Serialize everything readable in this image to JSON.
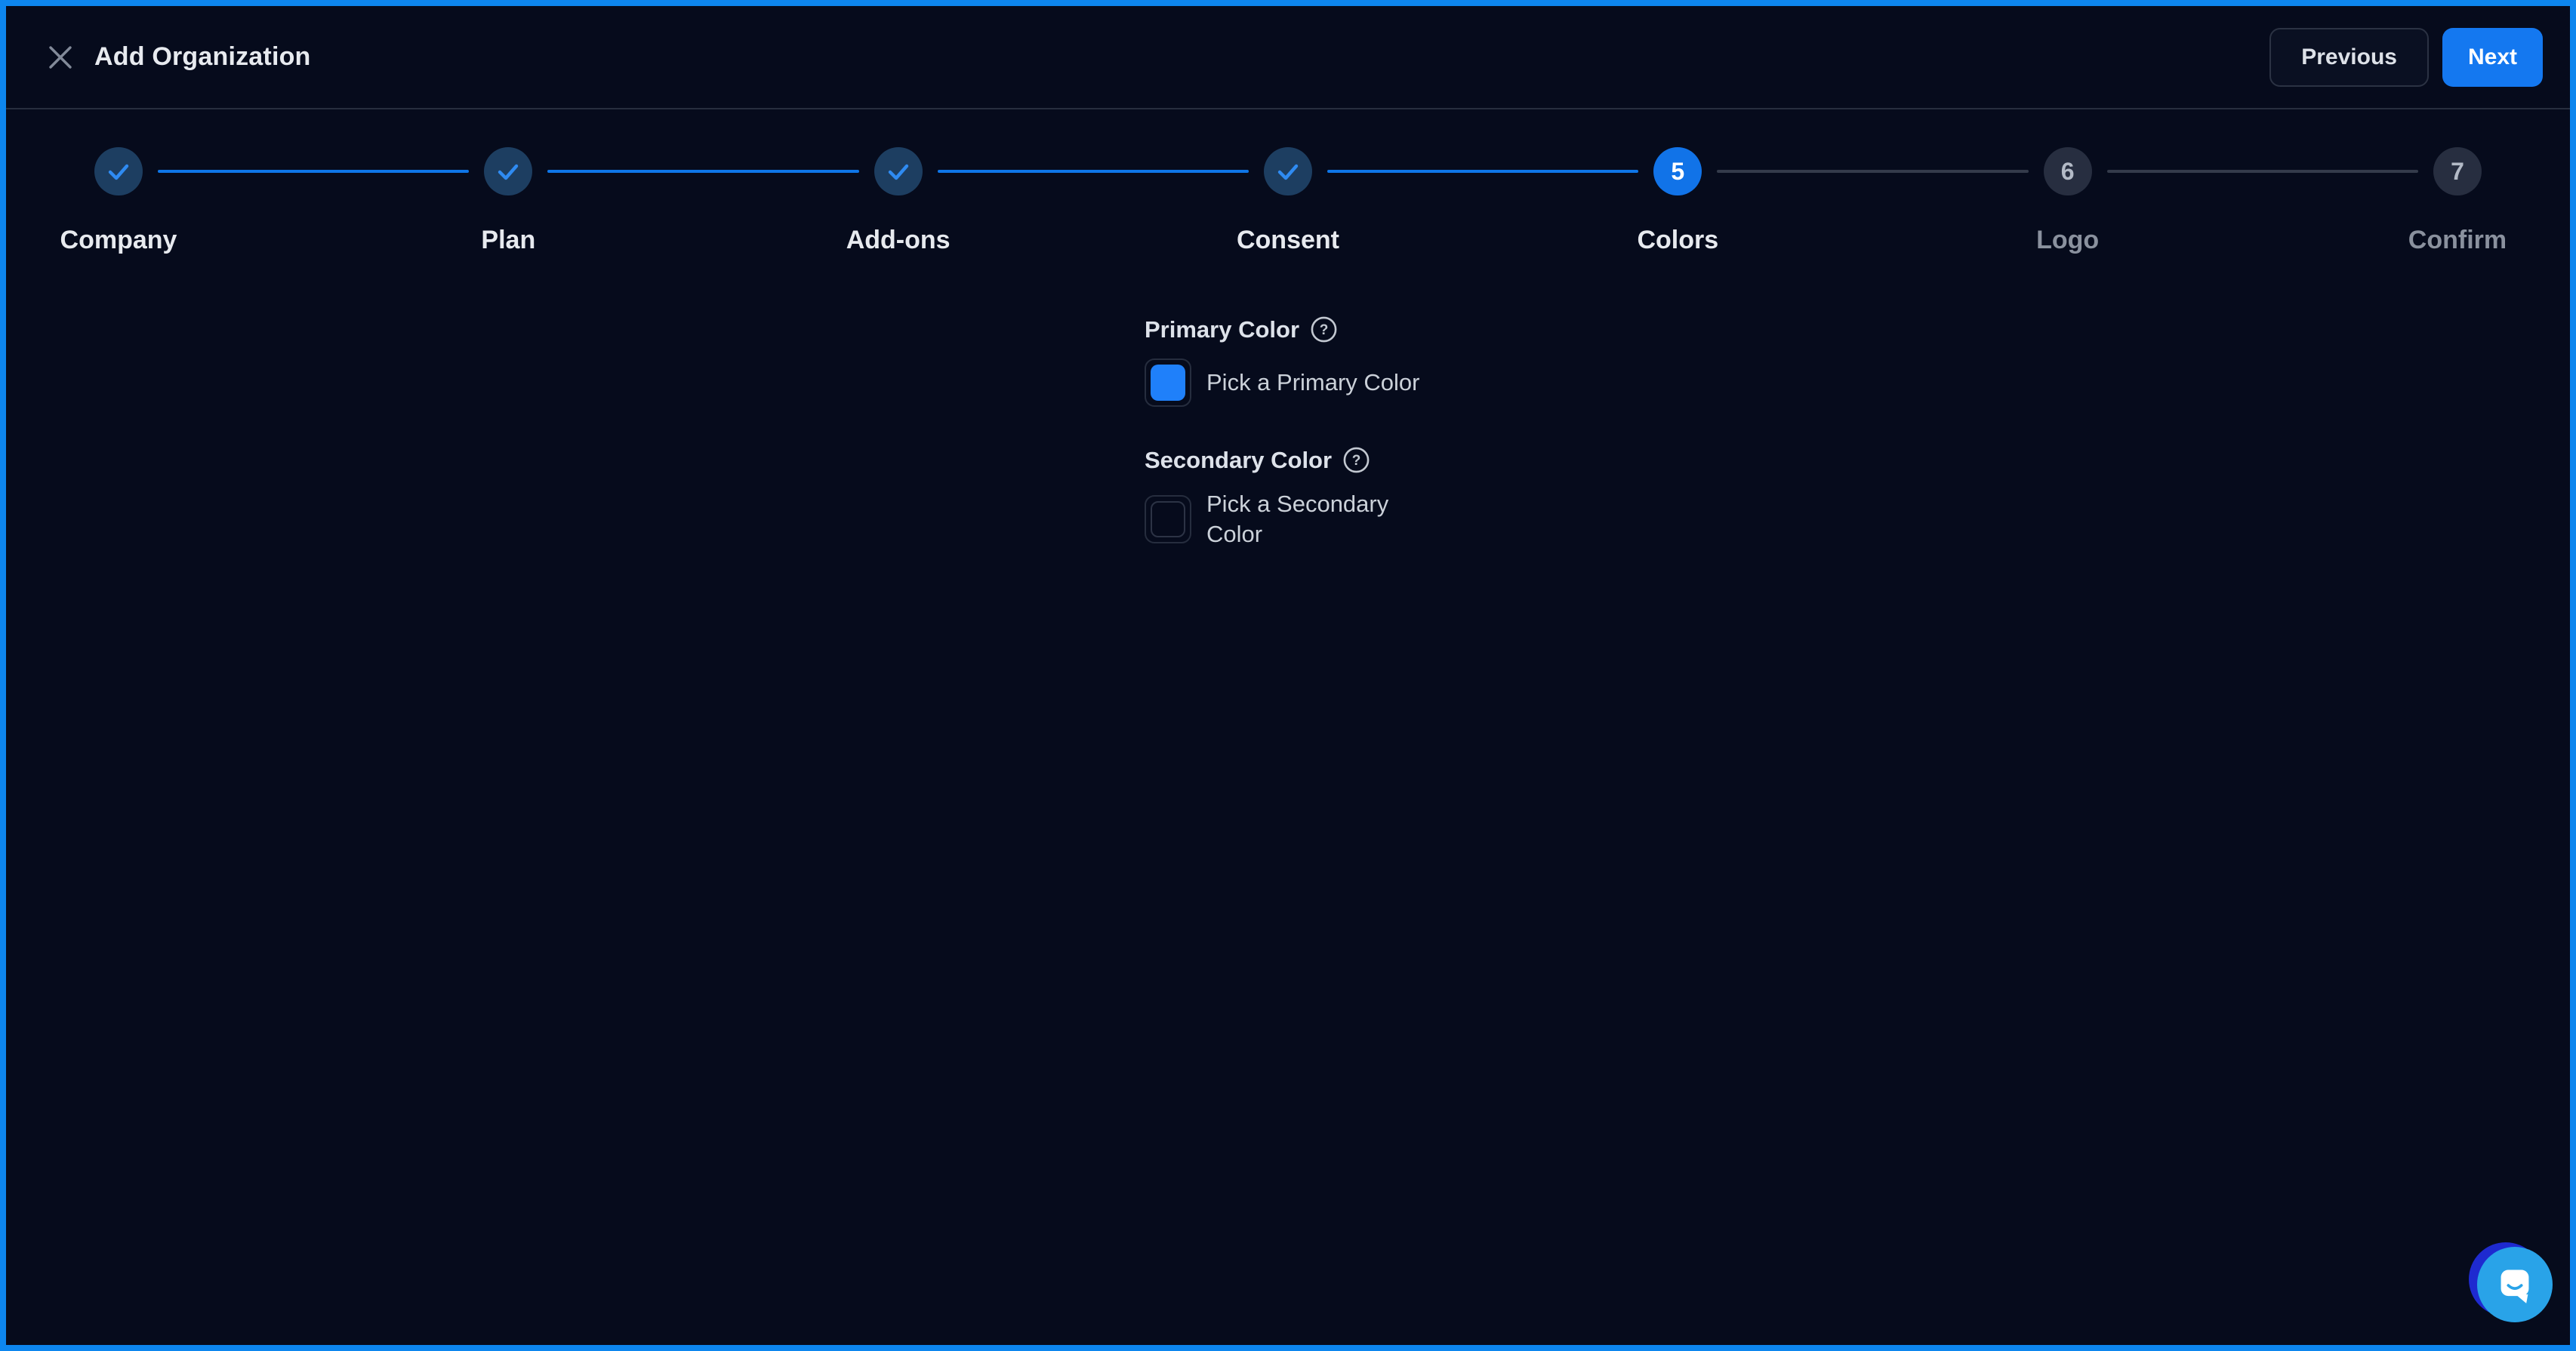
{
  "window": {
    "title": "Add Organization"
  },
  "toolbar": {
    "previous_label": "Previous",
    "next_label": "Next"
  },
  "stepper": {
    "steps": [
      {
        "label": "Company",
        "state": "completed"
      },
      {
        "label": "Plan",
        "state": "completed"
      },
      {
        "label": "Add-ons",
        "state": "completed"
      },
      {
        "label": "Consent",
        "state": "completed"
      },
      {
        "label": "Colors",
        "number": "5",
        "state": "active"
      },
      {
        "label": "Logo",
        "number": "6",
        "state": "upcoming"
      },
      {
        "label": "Confirm",
        "number": "7",
        "state": "upcoming"
      }
    ]
  },
  "form": {
    "primary": {
      "label": "Primary Color",
      "picker_text": "Pick a Primary Color",
      "swatch_color": "#1f80fa",
      "swatch_state": "filled"
    },
    "secondary": {
      "label": "Secondary Color",
      "picker_text": "Pick a Secondary Color",
      "swatch_color": "",
      "swatch_state": "empty"
    }
  },
  "colors": {
    "frame_border": "#0d86ee",
    "background": "#060b1c",
    "accent_blue": "#1478f0",
    "active_step_blue": "#1173e8",
    "completed_step_bg": "#1d3e61",
    "completed_check": "#2f8bf2",
    "connector_done": "#0e76e8",
    "connector_todo": "#343b4b",
    "launcher_front": "#29a3e8",
    "launcher_back": "#1e2ad0"
  },
  "chat": {
    "launcher_icon": "chat-bubble-icon"
  }
}
